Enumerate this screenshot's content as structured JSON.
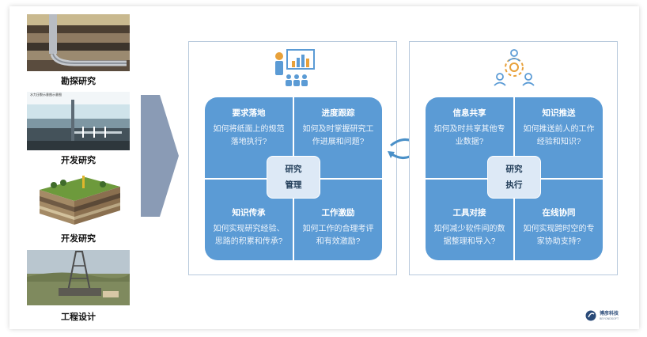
{
  "left_column": {
    "items": [
      {
        "caption": "勘探研究"
      },
      {
        "caption": "开发研究"
      },
      {
        "caption": "开发研究"
      },
      {
        "caption": "工程设计"
      }
    ],
    "thumb2_title": "水力压裂示意图示意图"
  },
  "management_panel": {
    "center_label_1": "研究",
    "center_label_2": "管理",
    "quadrants": [
      {
        "title": "要求落地",
        "text": "如何将纸面上的规范落地执行?"
      },
      {
        "title": "进度跟踪",
        "text": "如何及时掌握研究工作进展和问题?"
      },
      {
        "title": "知识传承",
        "text": "如何实现研究经验、思路的积累和传承?"
      },
      {
        "title": "工作激励",
        "text": "如何工作的合理考评和有效激励?"
      }
    ]
  },
  "execution_panel": {
    "center_label_1": "研究",
    "center_label_2": "执行",
    "quadrants": [
      {
        "title": "信息共享",
        "text": "如何及时共享其他专业数据?"
      },
      {
        "title": "知识推送",
        "text": "如何推送前人的工作经验和知识?"
      },
      {
        "title": "工具对接",
        "text": "如何减少软件间的数据整理和导入?"
      },
      {
        "title": "在线协同",
        "text": "如何实现跨时空的专家协助支持?"
      }
    ]
  },
  "logo": {
    "name": "博彦科技",
    "sub": "BEYONDSOFT"
  },
  "colors": {
    "quadrant": "#5b9bd5",
    "center": "#dde9f6",
    "arrow": "#8a9bb5",
    "cycle": "#4a90c8"
  }
}
